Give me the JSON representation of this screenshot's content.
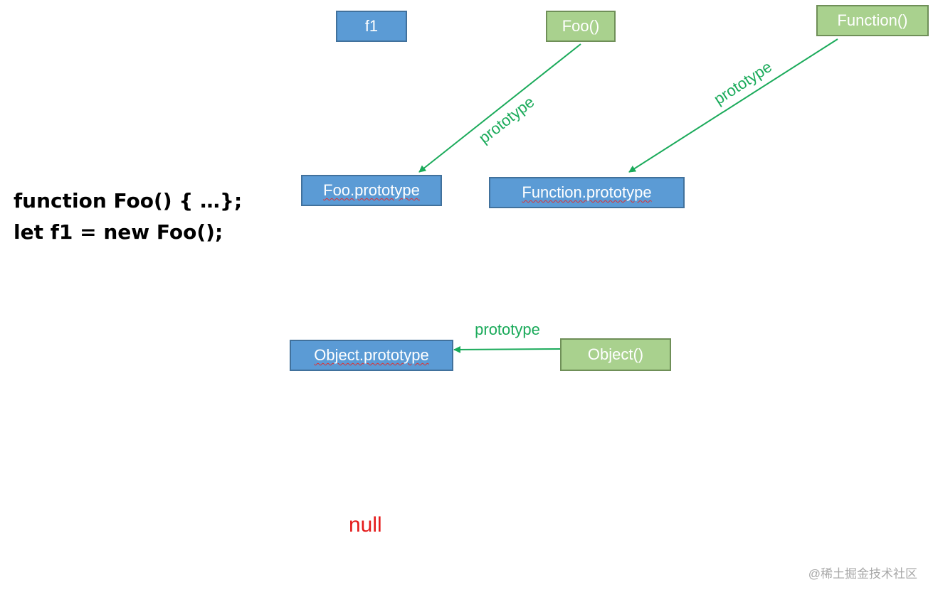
{
  "code": {
    "line1": "function Foo() { …};",
    "line2": "let f1 = new Foo();"
  },
  "nodes": {
    "f1": "f1",
    "foo": "Foo()",
    "function": "Function()",
    "foo_prototype": "Foo.prototype",
    "function_prototype": "Function.prototype",
    "object_prototype": "Object.prototype",
    "object": "Object()",
    "null": "null"
  },
  "edges": [
    {
      "from": "Foo()",
      "to": "Foo.prototype",
      "label": "prototype"
    },
    {
      "from": "Function()",
      "to": "Function.prototype",
      "label": "prototype"
    },
    {
      "from": "Object()",
      "to": "Object.prototype",
      "label": "prototype"
    }
  ],
  "watermark": "@稀土掘金技术社区",
  "colors": {
    "constructor_box": "#a9d18e",
    "object_box": "#5b9bd5",
    "edge": "#1aaa5a",
    "null": "#e41a1a"
  }
}
